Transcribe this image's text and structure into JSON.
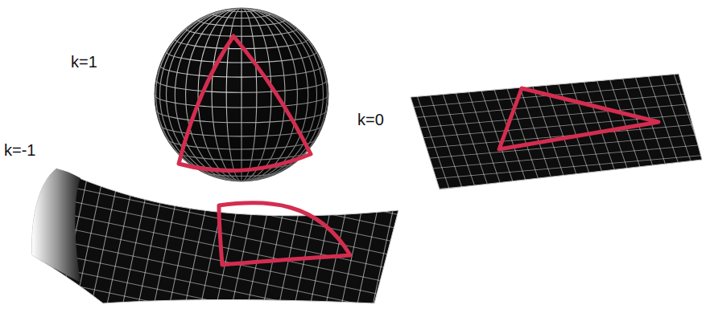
{
  "diagram": {
    "labels": [
      "k=1",
      "k=-1",
      "k=0"
    ]
  }
}
